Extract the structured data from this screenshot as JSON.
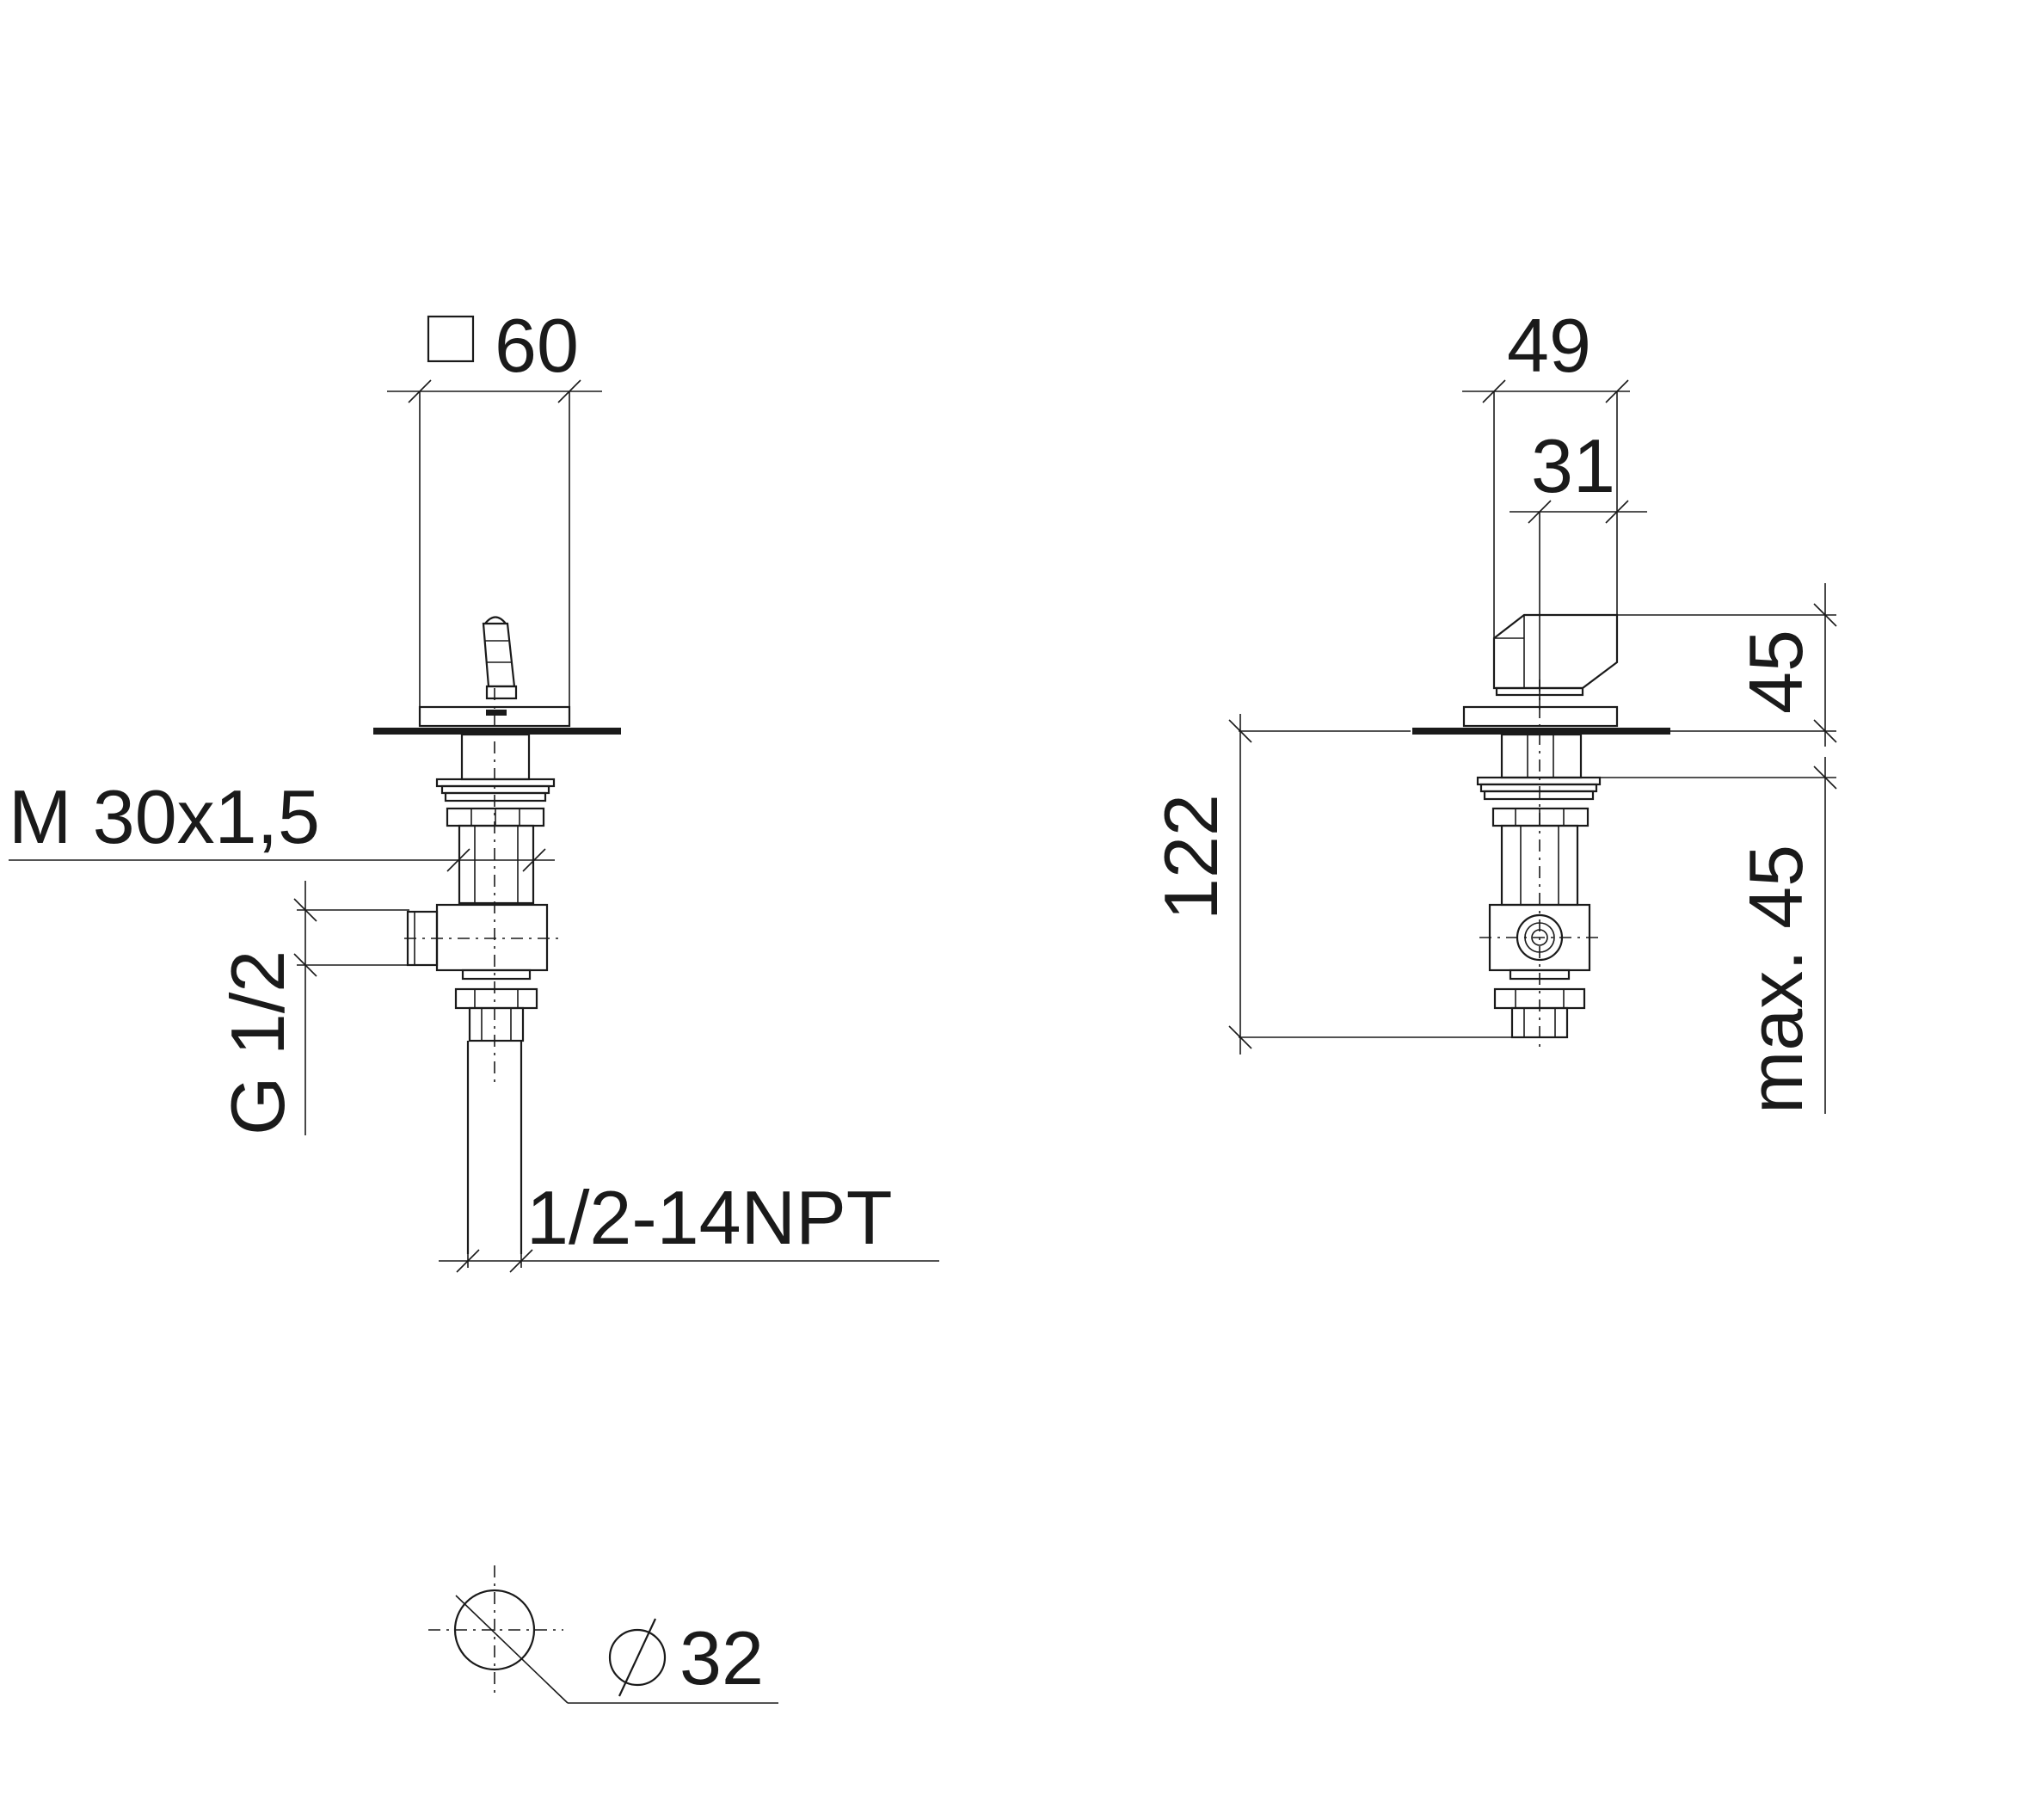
{
  "left_view": {
    "width_label": "60",
    "thread_m_label": "M 30x1,5",
    "thread_g_label": "G 1/2",
    "npt_label": "1/2-14NPT"
  },
  "right_view": {
    "width_outer_label": "49",
    "width_inner_label": "31",
    "height_top_label": "45",
    "height_total_label": "122",
    "height_max_label": "max. 45"
  },
  "bottom_view": {
    "hole_diameter_label": "32"
  },
  "icons": {
    "square": "square-symbol-icon",
    "diameter": "diameter-symbol-icon"
  }
}
